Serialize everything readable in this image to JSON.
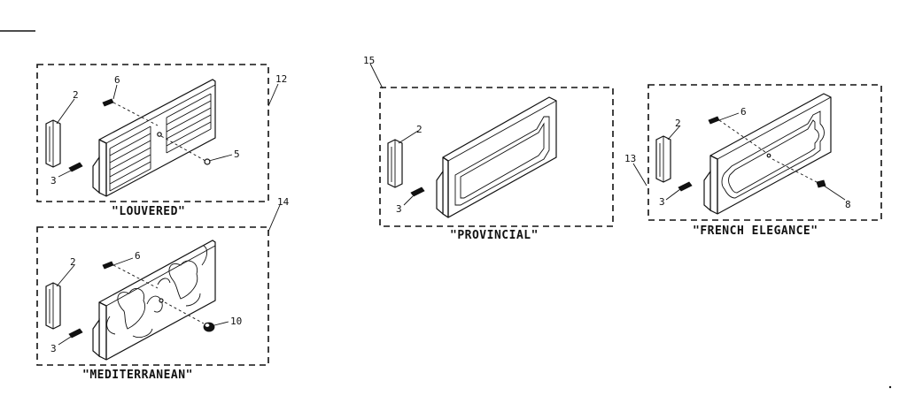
{
  "panels": {
    "louvered": {
      "caption": "\"LOUVERED\"",
      "ref": "12",
      "callouts": {
        "end_cap": "2",
        "screw_small": "3",
        "screw": "6",
        "plug": "5"
      }
    },
    "mediterranean": {
      "caption": "\"MEDITERRANEAN\"",
      "ref": "14",
      "callouts": {
        "end_cap": "2",
        "screw_small": "3",
        "screw": "6",
        "knob": "10"
      }
    },
    "provincial": {
      "caption": "\"PROVINCIAL\"",
      "ref": "15",
      "callouts": {
        "end_cap": "2",
        "screw_small": "3"
      }
    },
    "french_elegance": {
      "caption": "\"FRENCH ELEGANCE\"",
      "ref": "13",
      "callouts": {
        "end_cap": "2",
        "screw_small": "3",
        "screw": "6",
        "plug": "8"
      }
    }
  }
}
